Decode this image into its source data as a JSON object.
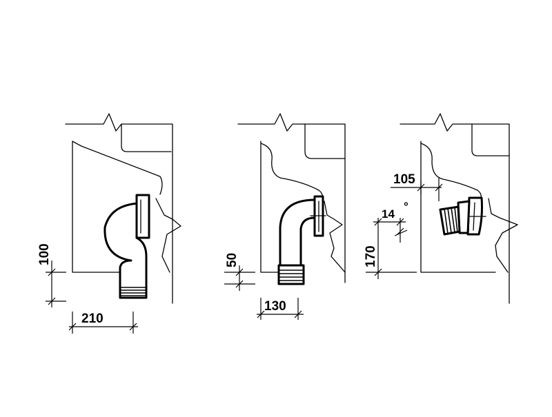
{
  "dimensions": {
    "left_height": "100",
    "left_width": "210",
    "middle_height": "50",
    "middle_width": "130",
    "right_offset": "105",
    "right_angle": "14",
    "right_angle_unit": "°",
    "right_height": "170"
  }
}
